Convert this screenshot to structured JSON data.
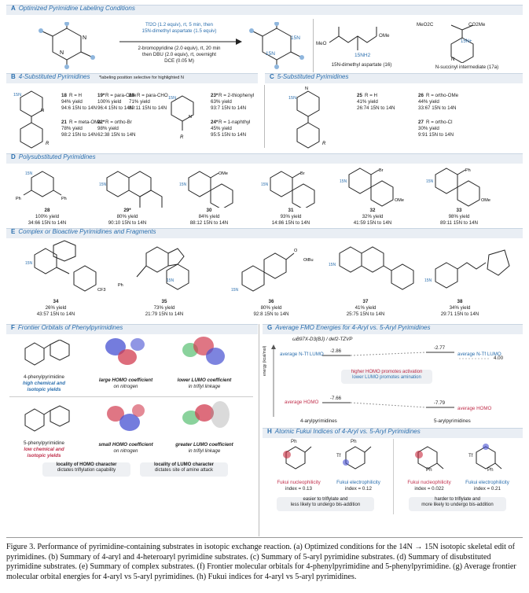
{
  "sectionA": {
    "letter": "A",
    "title": "Optimized Pyrimidine Labeling Conditions",
    "step1": "Tf2O (1.2 equiv), rt, 5 min, then",
    "step1b": "15N-dimethyl aspartate (1.5 equiv)",
    "step2": "2-bromopyridine (2.0 equiv), rt, 20 min",
    "step3": "then DBU (2.0 equiv), rt, overnight",
    "step4": "DCE (0.05 M)",
    "reagent1": "15N-dimethyl aspartate (16)",
    "reagent2": "N-succinyl intermediate (17a)",
    "ome1": "OMe",
    "ome2": "MeO",
    "meo2c": "MeO2C",
    "co2me": "CO2Me"
  },
  "sectionB": {
    "letter": "B",
    "title": "4-Substituted Pyrimidines",
    "note": "*labeling position selective for highlighted N",
    "entries": [
      {
        "id": "18",
        "r": "R = H",
        "yield": "94% yield",
        "ratio": "94:6 15N to 14N"
      },
      {
        "id": "19*",
        "r": "R = para-OMe",
        "yield": "100% yield",
        "ratio": "96:4 15N to 14N"
      },
      {
        "id": "20",
        "r": "R = para-CHO",
        "yield": "71% yield",
        "ratio": "89:11 15N to 14N"
      },
      {
        "id": "21",
        "r": "R = meta-OMe",
        "yield": "78% yield",
        "ratio": "98:2 15N to 14N"
      },
      {
        "id": "22*",
        "r": "R = ortho-Br",
        "yield": "98% yield",
        "ratio": "62:38 15N to 14N"
      },
      {
        "id": "23*",
        "r": "R = 2-thiophenyl",
        "yield": "63% yield",
        "ratio": "93:7 15N to 14N"
      },
      {
        "id": "24*",
        "r": "R = 1-naphthyl",
        "yield": "45% yield",
        "ratio": "95:5 15N to 14N"
      }
    ]
  },
  "sectionC": {
    "letter": "C",
    "title": "5-Substituted Pyrimidines",
    "entries": [
      {
        "id": "25",
        "r": "R = H",
        "yield": "41% yield",
        "ratio": "26:74 15N to 14N"
      },
      {
        "id": "26",
        "r": "R = ortho-OMe",
        "yield": "44% yield",
        "ratio": "33:67 15N to 14N"
      },
      {
        "id": "27",
        "r": "R = ortho-Cl",
        "yield": "30% yield",
        "ratio": "9:91 15N to 14N"
      }
    ]
  },
  "sectionD": {
    "letter": "D",
    "title": "Polysubstituted Pyrimidines",
    "entries": [
      {
        "id": "28",
        "yield": "100% yield",
        "ratio": "34:66 15N to 14N"
      },
      {
        "id": "29*",
        "yield": "80% yield",
        "ratio": "90:10 15N to 14N"
      },
      {
        "id": "30",
        "yield": "84% yield",
        "ratio": "88:12 15N to 14N"
      },
      {
        "id": "31",
        "yield": "93% yield",
        "ratio": "14:86 15N to 14N"
      },
      {
        "id": "32",
        "yield": "32% yield",
        "ratio": "41:59 15N to 14N"
      },
      {
        "id": "33",
        "yield": "98% yield",
        "ratio": "89:11 15N to 14N"
      }
    ]
  },
  "sectionE": {
    "letter": "E",
    "title": "Complex or Bioactive Pyrimidines and Fragments",
    "entries": [
      {
        "id": "34",
        "yield": "26% yield",
        "ratio": "43:57 15N to 14N"
      },
      {
        "id": "35",
        "yield": "73% yield",
        "ratio": "21:79 15N to 14N"
      },
      {
        "id": "36",
        "yield": "80% yield",
        "ratio": "92:8 15N to 14N"
      },
      {
        "id": "37",
        "yield": "41% yield",
        "ratio": "25:75 15N to 14N"
      },
      {
        "id": "38",
        "yield": "34% yield",
        "ratio": "29:71 15N to 14N"
      }
    ]
  },
  "sectionF": {
    "letter": "F",
    "title": "Frontier Orbitals of Phenylpyrimidines",
    "mol1_name": "4-phenylpyrimidine",
    "mol1_desc_a": "high chemical and",
    "mol1_desc_b": "isotopic yields",
    "mol1_homo_a": "large HOMO coefficient",
    "mol1_homo_b": "on nitrogen",
    "mol1_lumo_a": "lower LUMO coefficient",
    "mol1_lumo_b": "in triflyl linkage",
    "mol2_name": "5-phenylpyrimidine",
    "mol2_desc_a": "low chemical and",
    "mol2_desc_b": "isotopic yields",
    "mol2_homo_a": "small HOMO coefficient",
    "mol2_homo_b": "on nitrogen",
    "mol2_lumo_a": "greater LUMO coefficient",
    "mol2_lumo_b": "in triflyl linkage",
    "box1_a": "locality of HOMO character",
    "box1_b": "dictates triflylation capability",
    "box2_a": "locality of LUMO character",
    "box2_b": "dictates site of amine attack"
  },
  "sectionG": {
    "letter": "G",
    "title": "Average FMO Energies for 4-Aryl vs. 5-Aryl Pyrimidines",
    "method": "ωB97X-D3(BJ) / def2-TZVP",
    "y_axis": "energy (kcal/mol)",
    "lumo_left_label": "average N-Tf LUMO",
    "lumo_left_val": "-2.86",
    "lumo_right_val": "-2.77",
    "lumo_right_label": "average N-Tf LUMO",
    "ref_val": "4.00",
    "msg1": "higher HOMO promotes activation",
    "msg2": "lower LUMO promotes amination",
    "homo_left_label": "average HOMO",
    "homo_left_val": "-7.66",
    "homo_right_val": "-7.79",
    "homo_right_label": "average HOMO",
    "x_left": "4-arylpyrimidines",
    "x_right": "5-arylpyrimidines"
  },
  "sectionH": {
    "letter": "H",
    "title": "Atomic Fukui Indices of 4-Aryl vs. 5-Aryl Pyrimidines",
    "items": [
      {
        "label": "Fukui nucleophilicity",
        "value": "index = 0.13"
      },
      {
        "label": "Fukui electrophilicity",
        "value": "index = 0.12"
      },
      {
        "label": "Fukui nucleophilicity",
        "value": "index = 0.022"
      },
      {
        "label": "Fukui electrophilicity",
        "value": "index = 0.21"
      }
    ],
    "note1_a": "easier to triflylate and",
    "note1_b": "less likely to undergo bis-addition",
    "note2_a": "harder to triflylate and",
    "note2_b": "more likely to undergo bis-addition",
    "ph": "Ph",
    "tf": "Tf"
  },
  "caption": "Figure 3. Performance of pyrimidine-containing substrates in isotopic exchange reaction. (a) Optimized conditions for the 14N → 15N isotopic skeletal edit of pyrimidines. (b) Summary of 4-aryl and 4-heteroaryl pyrimidine substrates. (c) Summary of 5-aryl pyrimidine substrates. (d) Summary of disubstituted pyrimidine substrates. (e) Summary of complex substrates. (f) Frontier molecular orbitals for 4-phenylpyrimidine and 5-phenylpyrimidine. (g) Average frontier molecular orbital energies for 4-aryl vs 5-aryl pyrimidines. (h) Fukui indices for 4-aryl vs 5-aryl pyrimidines."
}
